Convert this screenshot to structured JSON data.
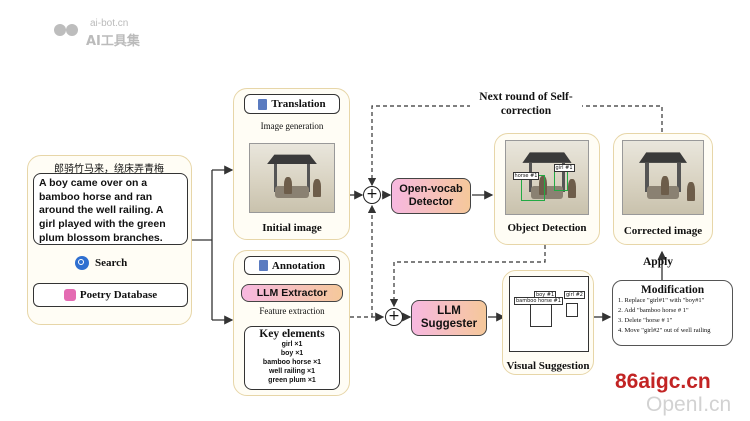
{
  "watermark_top": {
    "line1": "ai-bot.cn",
    "line2": "AI工具集"
  },
  "watermark_bottom": {
    "line1": "86aigc.cn",
    "line2": "OpenI.cn"
  },
  "input": {
    "chinese": "郎骑竹马来，绕床弄青梅",
    "english": "A boy came over on a bamboo horse and ran around the well railing. A girl played with the green plum blossom branches.",
    "search_label": "Search",
    "database_label": "Poetry Database"
  },
  "top_branch": {
    "translation_label": "Translation",
    "generation_label": "Image generation",
    "initial_caption": "Initial image"
  },
  "bottom_branch": {
    "annotation_label": "Annotation",
    "extractor_label": "LLM Extractor",
    "feature_label": "Feature extraction",
    "key_title": "Key elements",
    "key_items": [
      "girl ×1",
      "boy ×1",
      "bamboo horse ×1",
      "well railing ×1",
      "green plum ×1"
    ]
  },
  "detector_label": "Open-vocab Detector",
  "suggester_label": "LLM Suggester",
  "next_round_label": "Next round of Self-correction",
  "object_detection_caption": "Object Detection",
  "visual_suggestion_caption": "Visual Suggestion",
  "corrected_caption": "Corrected image",
  "apply_label": "Apply",
  "modification": {
    "title": "Modification",
    "items": [
      "1. Replace \"girl#1\" with \"boy#1\"",
      "2. Add \"bamboo horse # 1\"",
      "3. Delete \"horse # 1\"",
      "4. Move \"girl#2\" out of well railing"
    ]
  },
  "det_labels": [
    "girl #1",
    "horse #1"
  ],
  "vis_labels": [
    "boy #1",
    "bamboo horse #1",
    "girl #2"
  ],
  "colors": {
    "panel_border": "#e7d6a8",
    "gradient_start": "#f7b8e0",
    "gradient_end": "#f5c89a",
    "watermark_red": "#c22424"
  }
}
